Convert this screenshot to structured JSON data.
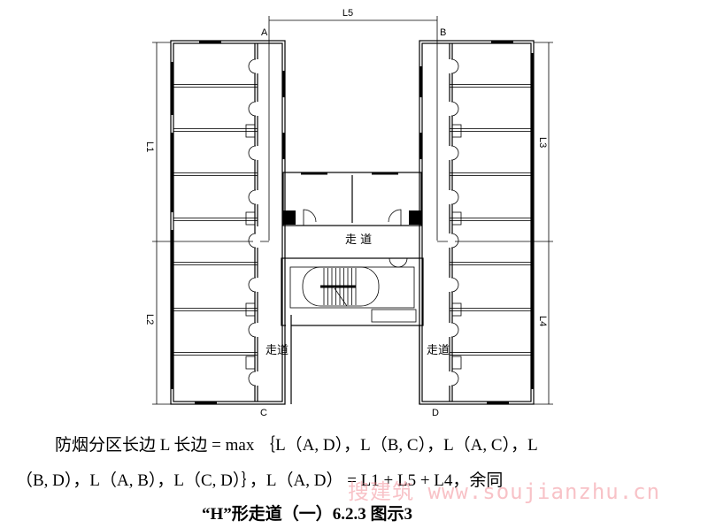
{
  "plan": {
    "points": {
      "a": "A",
      "b": "B",
      "c": "C",
      "d": "D"
    },
    "dims": {
      "l1": "L1",
      "l2": "L2",
      "l3": "L3",
      "l4": "L4",
      "l5": "L5"
    },
    "corridor_main": "走 道",
    "corridor_left": "走道",
    "corridor_right": "走道"
  },
  "caption": {
    "line1": "防烟分区长边 L 长边 = max ｛L（A, D），L（B, C），L（A, C），L",
    "line2": "（B, D），L（A, B），L（C, D）｝，L（A, D） = L1 + L5 + L4，余同",
    "line3": "“H”形走道（一）6.2.3 图示3"
  },
  "watermark": "搜建筑 www.soujianzhu.cn"
}
